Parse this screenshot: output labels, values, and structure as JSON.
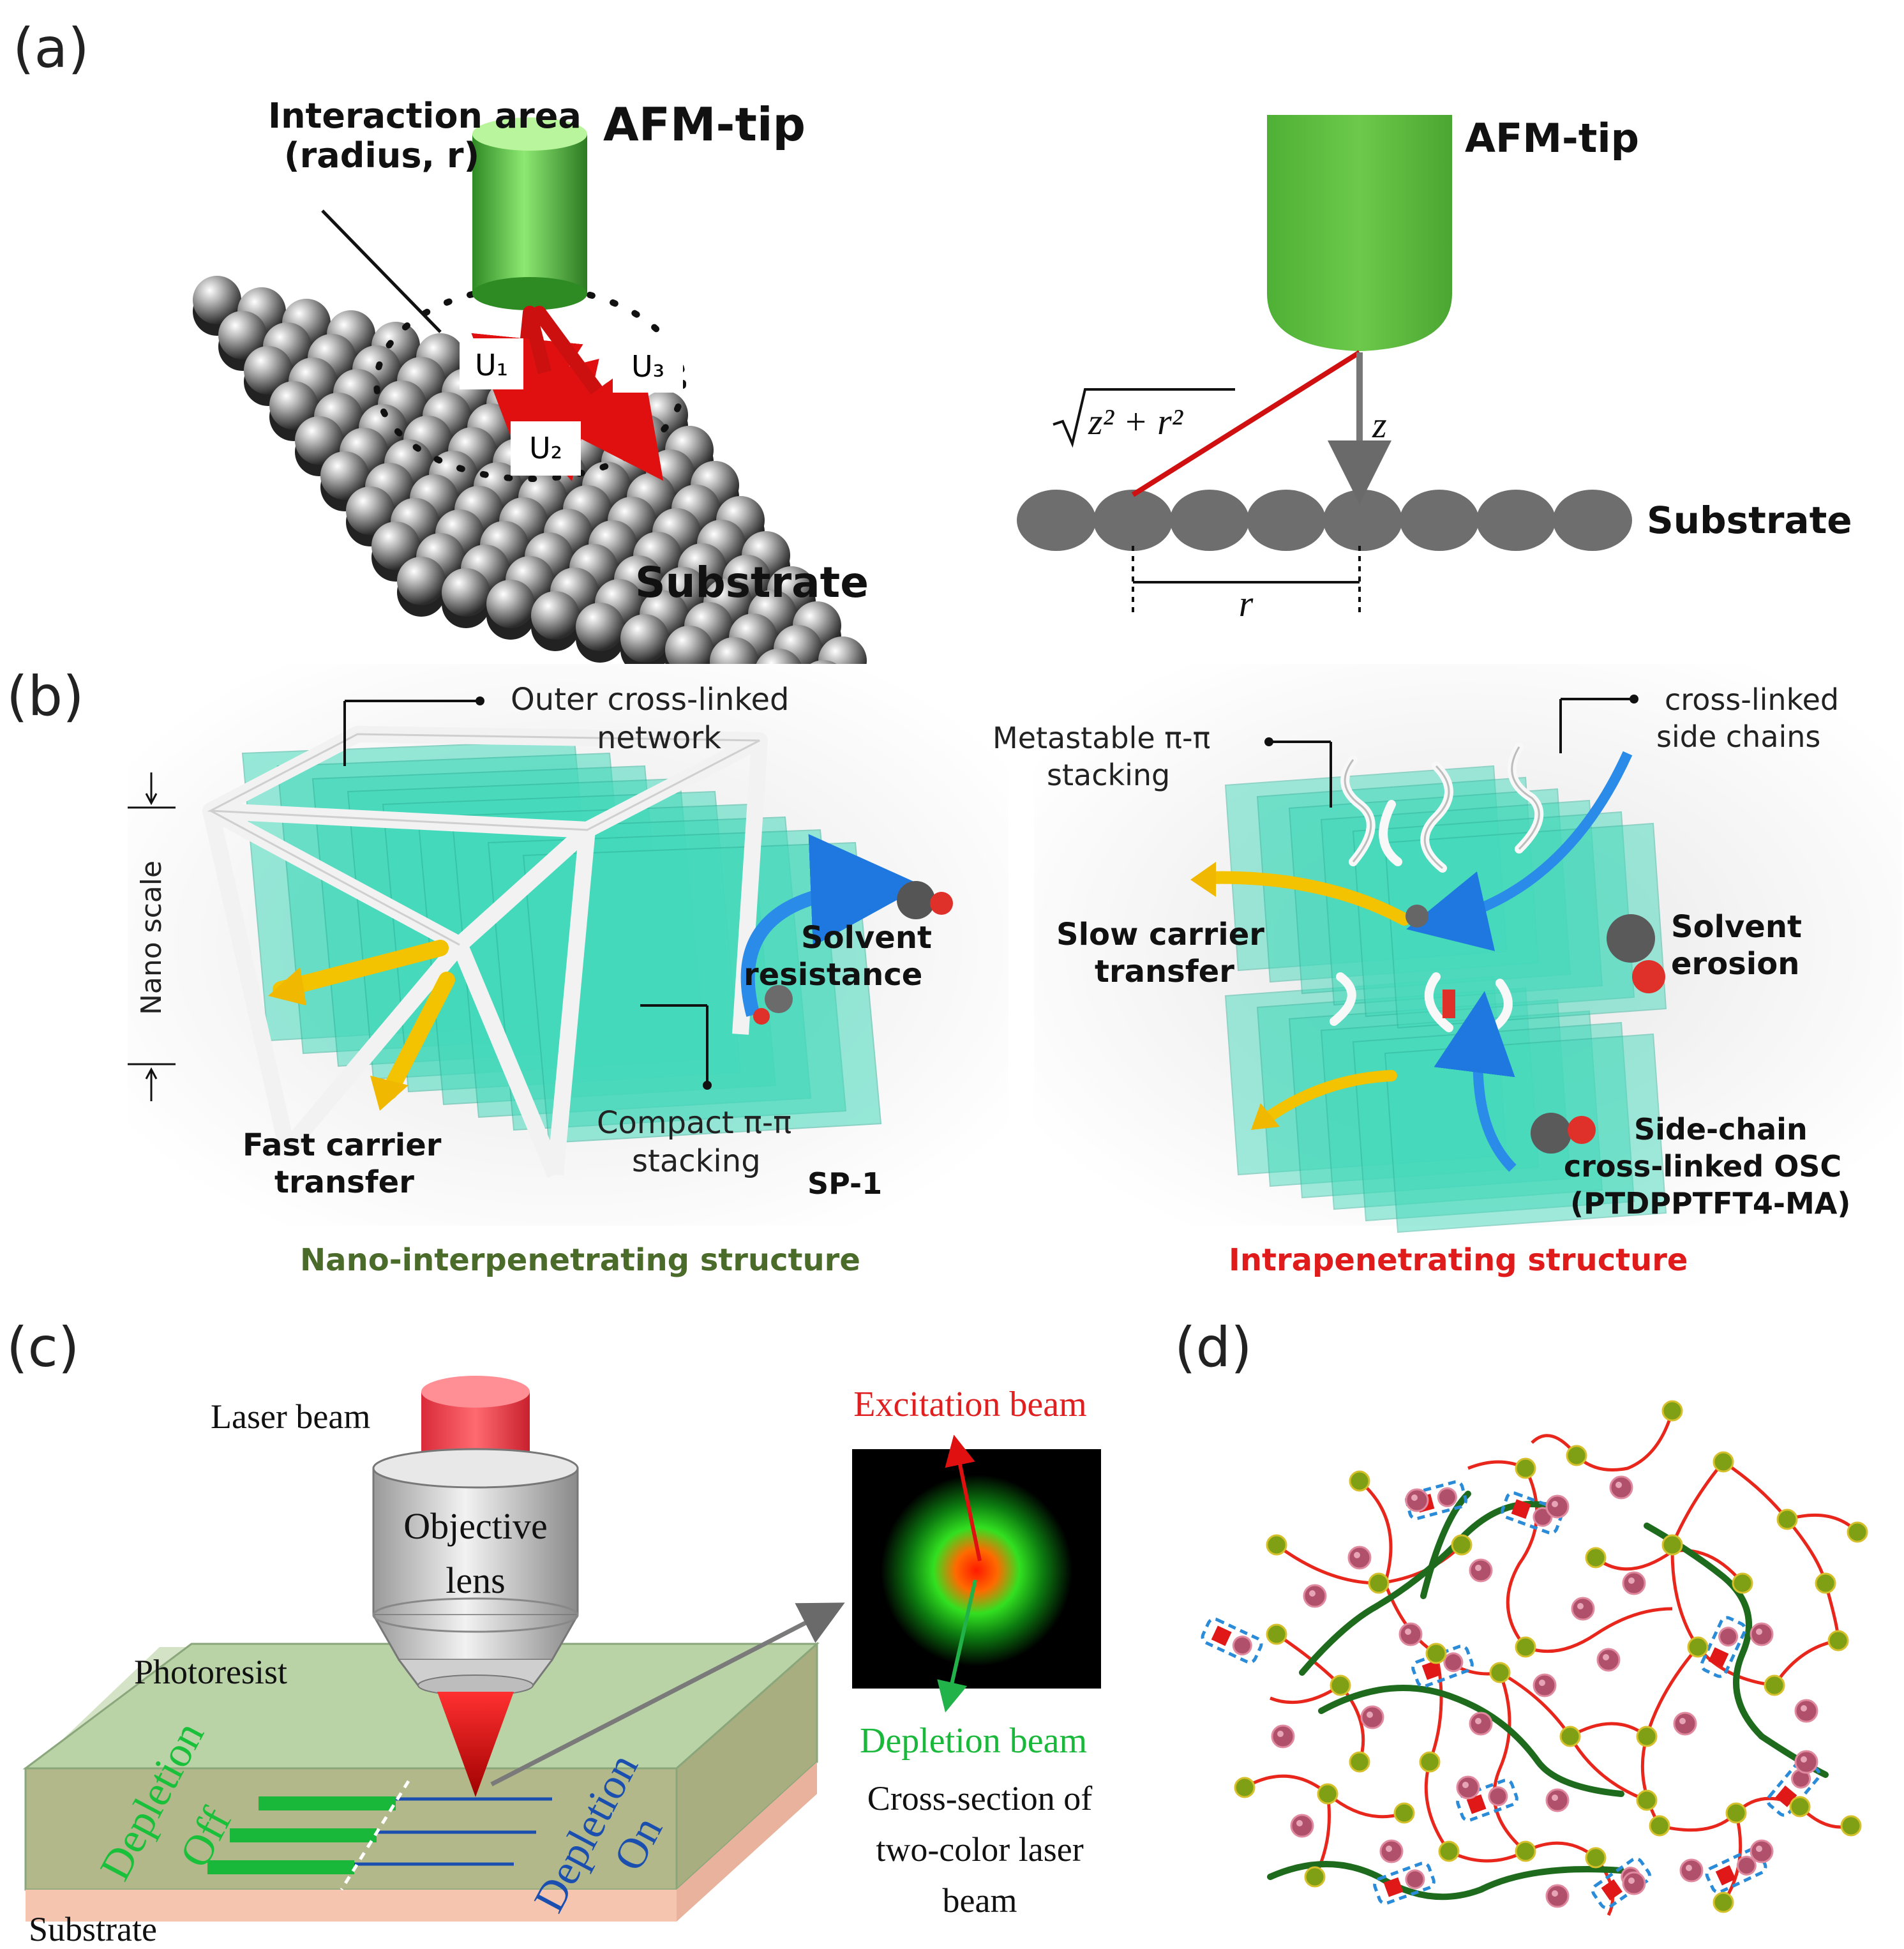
{
  "panel_a": {
    "label": "(a)",
    "interaction_line1": "Interaction area",
    "interaction_line2": "(radius, r)",
    "afm_tip": "AFM-tip",
    "u1": "U₁",
    "u2": "U₂",
    "u3": "U₃",
    "substrate": "Substrate",
    "afm_tip_right": "AFM-tip",
    "sqrt_expr": "z² + r²",
    "z_label": "z",
    "r_label": "r",
    "substrate_right": "Substrate"
  },
  "panel_b": {
    "label": "(b)",
    "outer_line1": "Outer cross-linked",
    "outer_line2": "network",
    "nano_scale": "Nano scale",
    "solvent_resistance_1": "Solvent",
    "solvent_resistance_2": "resistance",
    "fast_1": "Fast carrier",
    "fast_2": "transfer",
    "compact_1": "Compact π-π",
    "compact_2": "stacking",
    "sp1": "SP-1",
    "caption_left": "Nano-interpenetrating structure",
    "metastable_1": "Metastable π-π",
    "metastable_2": "stacking",
    "sidechains_1": "cross-linked",
    "sidechains_2": "side chains",
    "slow_1": "Slow carrier",
    "slow_2": "transfer",
    "erosion_1": "Solvent",
    "erosion_2": "erosion",
    "osc_1": "Side-chain",
    "osc_2": "cross-linked OSC",
    "osc_3": "(PTDPPTFT4-MA)",
    "caption_right": "Intrapenetrating structure",
    "caption_left_color": "#4a6b2a",
    "caption_right_color": "#e01b1b"
  },
  "panel_c": {
    "label": "(c)",
    "laser_beam": "Laser beam",
    "objective_1": "Objective",
    "objective_2": "lens",
    "photoresist": "Photoresist",
    "depletion_off_1": "Depletion",
    "depletion_off_2": "Off",
    "depletion_on_1": "Depletion",
    "depletion_on_2": "On",
    "substrate": "Substrate",
    "excitation": "Excitation beam",
    "depletion_beam": "Depletion beam",
    "cross_1": "Cross-section of",
    "cross_2": "two-color laser",
    "cross_3": "beam"
  },
  "panel_d": {
    "label": "(d)"
  },
  "colors": {
    "afm_green": "#5fbf3a",
    "red_arrow": "#d01010",
    "cyan_sheet": "#3fd6b8",
    "depletion_green": "#19c03a",
    "depletion_blue": "#1a4fb0"
  }
}
